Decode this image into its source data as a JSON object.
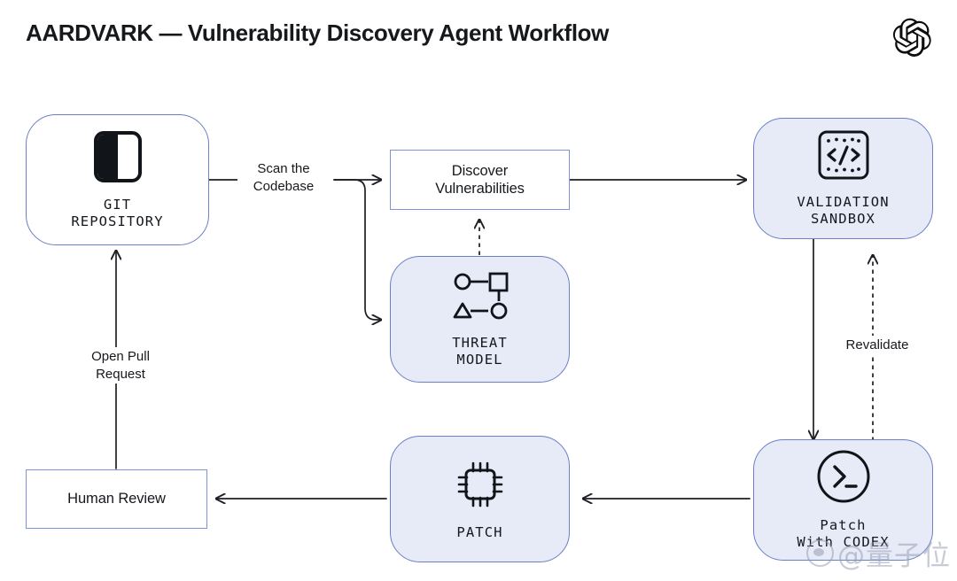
{
  "page": {
    "title": "AARDVARK — Vulnerability Discovery Agent Workflow",
    "logo": "openai-logo",
    "watermark": "@量子位"
  },
  "colors": {
    "node_border": "#6b7fc4",
    "node_border_sharp": "#7d93d6",
    "node_fill_blue": "#e7ebf8",
    "node_fill_white": "#ffffff",
    "edge": "#1d1f24",
    "text": "#15181d",
    "background": "#ffffff"
  },
  "nodes": [
    {
      "id": "git-repository",
      "label": "GIT\nREPOSITORY",
      "icon": "repository-icon",
      "shape": "rounded",
      "fill": "white"
    },
    {
      "id": "discover-vulnerabilities",
      "label": "Discover\nVulnerabilities",
      "icon": "none",
      "shape": "sharp",
      "fill": "white"
    },
    {
      "id": "threat-model",
      "label": "THREAT\nMODEL",
      "icon": "threat-model-graph-icon",
      "shape": "rounded",
      "fill": "blue"
    },
    {
      "id": "validation-sandbox",
      "label": "VALIDATION\nSANDBOX",
      "icon": "code-brackets-icon",
      "shape": "rounded",
      "fill": "blue"
    },
    {
      "id": "patch-with-codex",
      "label": "Patch\nWith CODEX",
      "icon": "terminal-prompt-icon",
      "shape": "rounded",
      "fill": "blue"
    },
    {
      "id": "patch",
      "label": "PATCH",
      "icon": "cpu-chip-icon",
      "shape": "rounded",
      "fill": "blue"
    },
    {
      "id": "human-review",
      "label": "Human Review",
      "icon": "none",
      "shape": "sharp",
      "fill": "white"
    }
  ],
  "edges": [
    {
      "id": "scan-the-codebase",
      "from": "git-repository",
      "to": "discover-vulnerabilities",
      "label": "Scan the\nCodebase",
      "style": "solid"
    },
    {
      "id": "scan-to-threat-model",
      "from": "git-repository",
      "to": "threat-model",
      "label": "",
      "style": "solid"
    },
    {
      "id": "threat-model-feeds-discovery",
      "from": "threat-model",
      "to": "discover-vulnerabilities",
      "label": "",
      "style": "dashed"
    },
    {
      "id": "discovery-to-sandbox",
      "from": "discover-vulnerabilities",
      "to": "validation-sandbox",
      "label": "",
      "style": "solid"
    },
    {
      "id": "sandbox-to-patch-codex",
      "from": "validation-sandbox",
      "to": "patch-with-codex",
      "label": "",
      "style": "solid"
    },
    {
      "id": "revalidate",
      "from": "patch-with-codex",
      "to": "validation-sandbox",
      "label": "Revalidate",
      "style": "dashed"
    },
    {
      "id": "codex-to-patch",
      "from": "patch-with-codex",
      "to": "patch",
      "label": "",
      "style": "solid"
    },
    {
      "id": "patch-to-human-review",
      "from": "patch",
      "to": "human-review",
      "label": "",
      "style": "solid"
    },
    {
      "id": "open-pull-request",
      "from": "human-review",
      "to": "git-repository",
      "label": "Open Pull\nRequest",
      "style": "solid"
    }
  ]
}
